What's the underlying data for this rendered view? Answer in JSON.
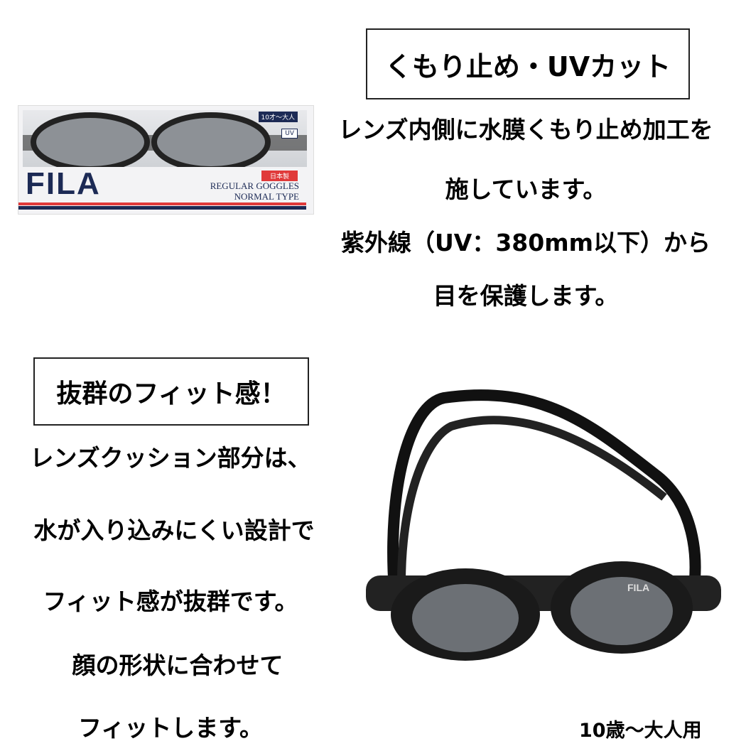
{
  "package": {
    "brand": "FILA",
    "age_badge": "10才〜大人",
    "uv_badge": "UV",
    "made_in": "日本製",
    "product_line1": "REGULAR GOGGLES",
    "product_line2": "NORMAL TYPE",
    "colors": {
      "navy": "#1c2a55",
      "red": "#e03a3a"
    }
  },
  "section1": {
    "heading": "くもり止め・UVカット",
    "lines": [
      "レンズ内側に水膜くもり止め加工を",
      "施しています。",
      "紫外線（UV：380mm以下）から",
      "目を保護します。"
    ]
  },
  "section2": {
    "heading": "抜群のフィット感！",
    "lines": [
      "レンズクッション部分は、",
      "水が入り込みにくい設計で",
      "フィット感が抜群です。",
      "顔の形状に合わせて",
      "フィットします。"
    ]
  },
  "goggles": {
    "lens_brand": "FILA"
  },
  "age_note": "10歳〜大人用"
}
